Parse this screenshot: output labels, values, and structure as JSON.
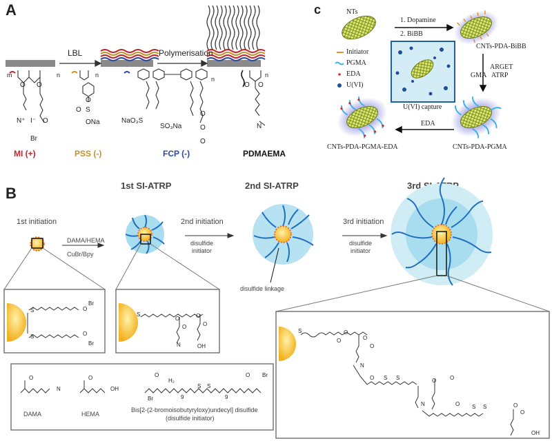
{
  "panelA": {
    "label": "A",
    "step1": "LBL",
    "step2": "Polymerisation",
    "monomers": [
      {
        "name": "MI (+)",
        "color": "#c0272d",
        "chem": [
          "O",
          "O",
          "N⁺",
          "I⁻",
          "O",
          "Br",
          "m",
          "n"
        ]
      },
      {
        "name": "PSS (-)",
        "color": "#c8922a",
        "chem": [
          "n",
          "S",
          "O",
          "O",
          "ONa"
        ]
      },
      {
        "name": "FCP (-)",
        "color": "#2a4aa0",
        "chem": [
          "NaO₃S",
          "SO₃Na",
          "O",
          "O",
          "O",
          "n"
        ]
      },
      {
        "name": "PDMAEMA",
        "color": "#111111",
        "chem": [
          "n",
          "O",
          "O",
          "N"
        ]
      }
    ]
  },
  "panelC": {
    "label": "c",
    "nts": "NTs",
    "step1": "1. Dopamine",
    "step2": "2. BiBB",
    "product1": "CNTs-PDA-BiBB",
    "step3a": "GMA",
    "step3b": "ARGET",
    "step3c": "ATRP",
    "product2": "CNTs-PDA-PGMA",
    "step4": "EDA",
    "product3": "CNTs-PDA-PGMA-EDA",
    "capture": "U(VI) capture",
    "legend": [
      {
        "label": "Initiator",
        "color": "#f08a24"
      },
      {
        "label": "PGMA",
        "color": "#3fb0e8"
      },
      {
        "label": "EDA",
        "color": "#d62a2a"
      },
      {
        "label": "U(VI)",
        "color": "#1f4f9a"
      }
    ]
  },
  "panelB": {
    "label": "B",
    "stage1": "1st SI-ATRP",
    "stage2": "2nd SI-ATRP",
    "stage3": "3rd SI-ATRP",
    "init1": "1st initiation",
    "init2": "2nd initiation",
    "init3": "3rd initiation",
    "reagent1a": "DAMA/HEMA",
    "reagent1b": "CuBr/Bpy",
    "reagent2a": "disulfide",
    "reagent2b": "initiator",
    "reagent3a": "disulfide",
    "reagent3b": "initiator",
    "linkage": "disulfide linkage",
    "chem1": [
      "S",
      "S",
      "Br",
      "Br",
      "O",
      "O"
    ],
    "chem2": [
      "S",
      "O",
      "O",
      "O",
      "O",
      "N",
      "OH"
    ],
    "chem3": [
      "S",
      "O",
      "O",
      "O",
      "O",
      "N",
      "O",
      "S",
      "S",
      "O",
      "O",
      "N",
      "O",
      "S",
      "S",
      "O",
      "O",
      "OH"
    ],
    "legend": {
      "dama": "DAMA",
      "hema": "HEMA",
      "disulfide_name": "Bis[2-(2-bromoisobutyryloxy)undecyl] disulfide",
      "disulfide_sub": "(disulfide initiator)",
      "chem": [
        "O",
        "N",
        "O",
        "OH",
        "Br",
        "H₂",
        "9",
        "S",
        "S",
        "9",
        "O",
        "O",
        "Br"
      ]
    }
  }
}
